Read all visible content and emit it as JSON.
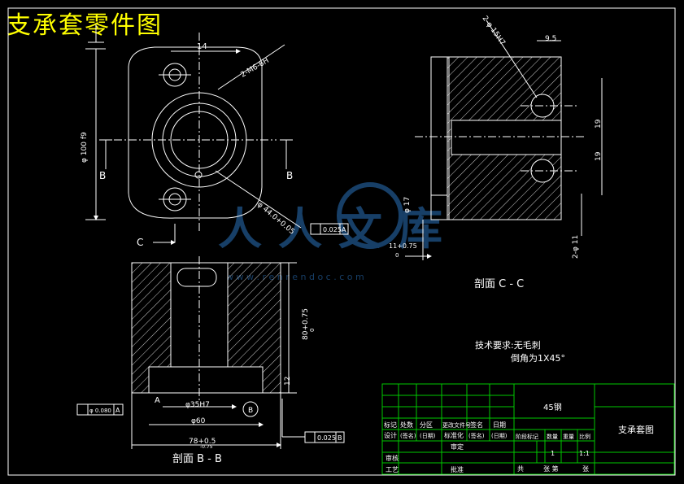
{
  "page_title": "支承套零件图",
  "colors": {
    "background": "#000000",
    "outline": "#ffffff",
    "hatch": "#ffffff",
    "title": "#ffff00",
    "grid": "#00c800",
    "dim": "#ffffff",
    "watermark": "#1c4a7a"
  },
  "dimensions": {
    "d14": "14",
    "thread_2m6": "2-M6-6H",
    "phi100": "φ 100 f9",
    "phi44": "φ 44.0+0.05",
    "phi17": "φ 17",
    "holes_2phi15h7": "2-φ 15H7",
    "d9_5": "9.5",
    "d11": "11+0.75",
    "d11_sub": "0",
    "d2phi11": "2-φ 11",
    "d19_a": "19",
    "d19_b": "19",
    "d80": "80+0.75",
    "d80_sub": "0",
    "d12": "12",
    "phi35h7": "φ35H7",
    "phi60": "φ60",
    "d78": "78+0.5",
    "d78_sub": "-0.75",
    "tol_box_top": "0.025",
    "tol_box_top_datum": "A",
    "tol_box_bottom": "0.025",
    "tol_box_bottom_datum": "B",
    "tol_box_left": "φ 0.080",
    "tol_box_left_datum": "A",
    "datum_a": "A",
    "datum_b": "B"
  },
  "labels": {
    "section_b_left": "B",
    "section_b_right": "B",
    "section_c": "C",
    "section_cc": "剖面 C - C",
    "section_bb": "剖面 B - B"
  },
  "tech_requirements": {
    "line1": "技术要求:无毛刺",
    "line2": "倒角为1X45°"
  },
  "watermark": {
    "text": "人人文库",
    "url": "w w w . r e n r e n d o c . c o m"
  },
  "title_block": {
    "material": "45钢",
    "part_name": "支承套图",
    "row_labels_1": [
      "标记",
      "处数",
      "分区",
      "更改文件号",
      "签名",
      "日期"
    ],
    "row_labels_2": [
      "设计",
      "(签名)",
      "(日期)",
      "标准化",
      "(签名)",
      "(日期)"
    ],
    "stage_labels": [
      "阶段标记",
      "重量",
      "比例"
    ],
    "quantity": "数量",
    "scale": "1:1",
    "count": "1",
    "check": "审核",
    "review": "审定",
    "process": "工艺",
    "approve": "批准",
    "sheet_total": "共",
    "sheet_of": "张 第",
    "sheet_end": "张"
  }
}
